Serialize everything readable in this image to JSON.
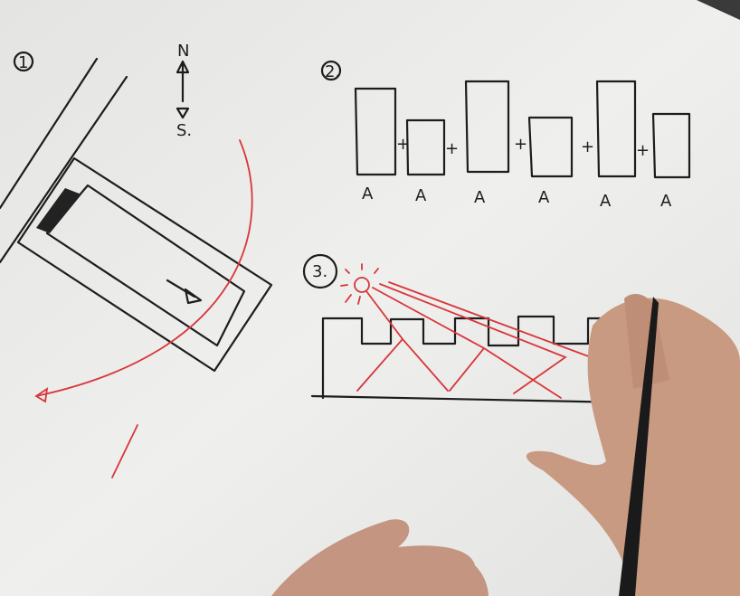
{
  "sketch": {
    "section1": {
      "number": "1.",
      "north": "N",
      "south": "S."
    },
    "section2": {
      "number": "2.",
      "labels": [
        "A",
        "A",
        "A",
        "A",
        "A",
        "A"
      ],
      "plus": [
        "+",
        "+",
        "+",
        "+",
        "+"
      ]
    },
    "section3": {
      "number": "3."
    }
  },
  "colors": {
    "paper": "#ececea",
    "ink": "#1d1d1d",
    "red_ink": "#d8363a",
    "skin": "#c99a82"
  }
}
